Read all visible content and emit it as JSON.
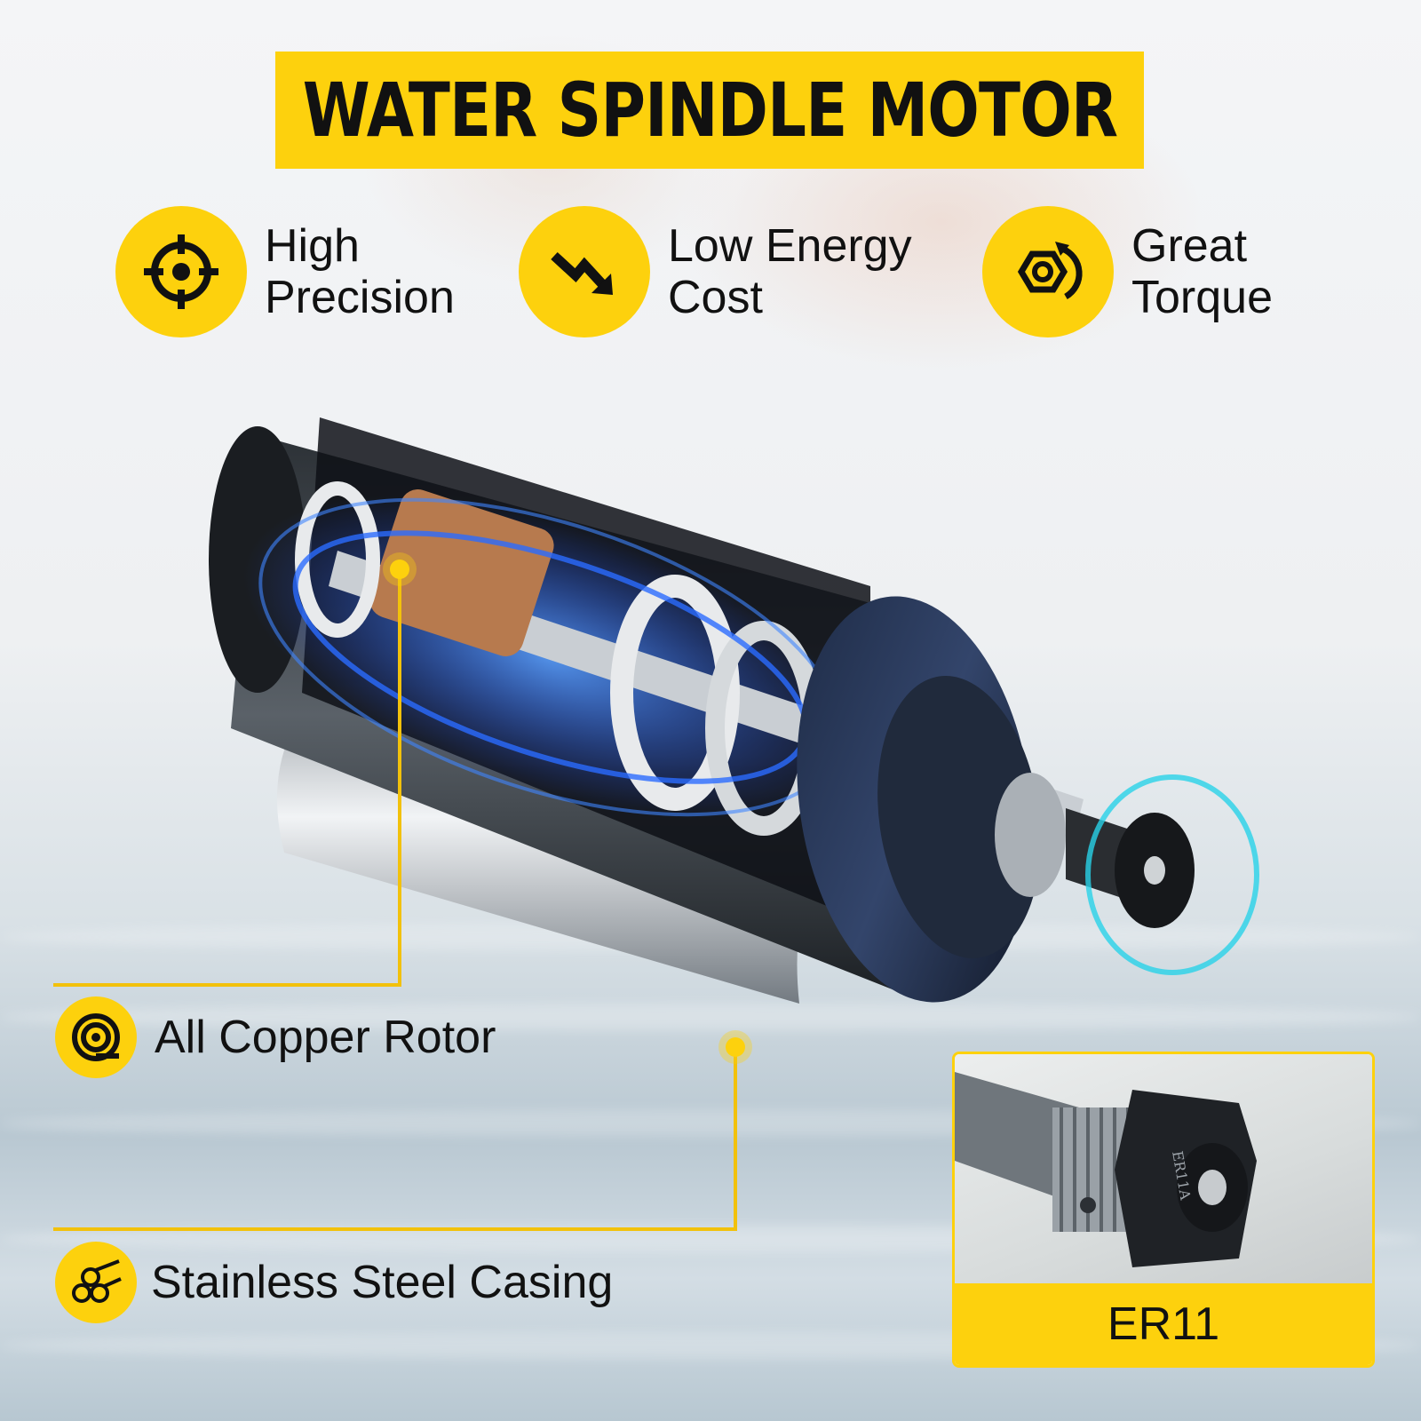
{
  "title": "WATER SPINDLE MOTOR",
  "features": [
    {
      "icon": "crosshair-icon",
      "line1": "High",
      "line2": "Precision"
    },
    {
      "icon": "trending-down-icon",
      "line1": "Low Energy",
      "line2": "Cost"
    },
    {
      "icon": "hex-nut-rotate-icon",
      "line1": "Great",
      "line2": "Torque"
    }
  ],
  "callouts": [
    {
      "icon": "copper-coil-icon",
      "label": "All Copper Rotor"
    },
    {
      "icon": "steel-pipes-icon",
      "label": "Stainless Steel Casing"
    }
  ],
  "inset": {
    "caption": "ER11",
    "engraving": "ER11A"
  },
  "colors": {
    "accent": "#fdd10d",
    "text": "#111111",
    "glow": "#2a6cff"
  }
}
